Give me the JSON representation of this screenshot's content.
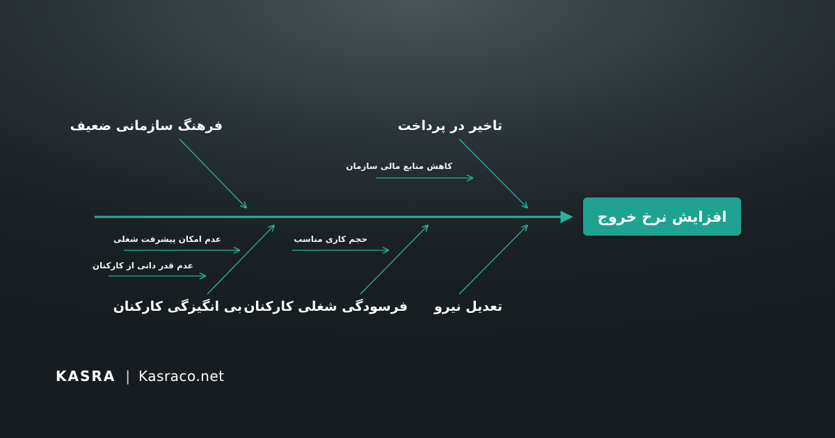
{
  "diagram": {
    "effect": "افزایش نرخ خروج",
    "causes": {
      "top_left": "فرهنگ سازمانی ضعیف",
      "top_right": "تاخیر در پرداخت",
      "bottom_left": "بی انگیزگی کارکنان",
      "bottom_middle": "فرسودگی شغلی کارکنان",
      "bottom_right": "تعدیل نیرو"
    },
    "sub_causes": {
      "top_right": "کاهش منابع مالی سازمان",
      "bottom_left_1": "عدم امکان پیشرفت شغلی",
      "bottom_left_2": "عدم قدر دانی از کارکنان",
      "bottom_middle": "حجم کاری مناسب"
    }
  },
  "colors": {
    "accent": "#1fa290",
    "line": "#27b39e",
    "text": "#ffffff"
  },
  "brand": {
    "logo_text": "KASRA",
    "separator": "|",
    "site": "Kasraco.net"
  }
}
